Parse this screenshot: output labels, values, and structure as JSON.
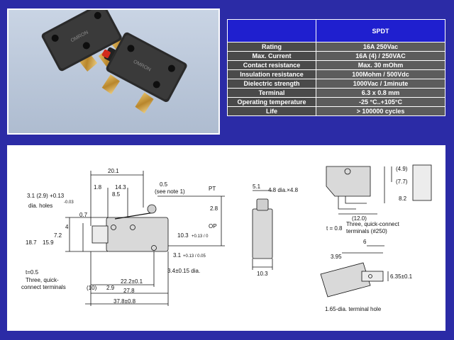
{
  "spec_table": {
    "header_label": "",
    "header_value": "SPDT",
    "rows": [
      {
        "label": "Rating",
        "value": "16A 250Vac"
      },
      {
        "label": "Max. Current",
        "value": "16A (4) / 250VAC"
      },
      {
        "label": "Contact resistance",
        "value": "Max. 30 mOhm"
      },
      {
        "label": "Insulation resistance",
        "value": "100Mohm / 500Vdc"
      },
      {
        "label": "Dielectric strength",
        "value": "1000Vac / 1minute"
      },
      {
        "label": "Terminal",
        "value": "6.3 x 0.8 mm"
      },
      {
        "label": "Operating temperature",
        "value": "-25 °C..+105°C"
      },
      {
        "label": "Life",
        "value": "> 100000 cycles"
      }
    ]
  },
  "drawing": {
    "front": {
      "d_20_1": "20.1",
      "d_0_5": "0.5",
      "see_note": "(see note 1)",
      "d_1_8": "1.8",
      "d_14_3": "14.3",
      "d_8_5": "8.5",
      "holes_1": "3.1 (2.9) +0.13",
      "holes_tol": "-0.03",
      "holes_2": "dia. holes",
      "d_0_7": "0.7",
      "d_4": "4",
      "d_7_2": "7.2",
      "d_18_7": "18.7",
      "d_15_9": "15.9",
      "pt": "PT",
      "d_2_8": "2.8",
      "op": "OP",
      "d_10_3": "10.3",
      "d_10_3_tol": "+0.13 / 0",
      "d_3_1": "3.1",
      "d_3_1_tol": "+0.13 / 0.05",
      "d_3_4": "3.4±0.15 dia.",
      "d_22_2": "22.2±0.1",
      "d_10": "(10)",
      "d_2_9": "2.9",
      "d_27_8": "27.8",
      "d_37_8": "37.8±0.8",
      "t_note": "t=0.5",
      "qc_1": "Three, quick-",
      "qc_2": "connect terminals"
    },
    "side": {
      "d_5_1": "5.1",
      "d_4_8": "4.8 dia.×4.8",
      "d_10_3": "10.3"
    },
    "right": {
      "d_4_9": "(4.9)",
      "d_7_7": "(7.7)",
      "d_8_2": "8.2",
      "d_12": "(12.0)",
      "t_08": "t = 0.8",
      "qc_1": "Three, quick-connect",
      "qc_2": "terminals (#250)",
      "d_6": "6",
      "d_3_95": "3.95",
      "d_6_35": "6.35±0.1",
      "hole": "1.65-dia. terminal hole"
    }
  }
}
